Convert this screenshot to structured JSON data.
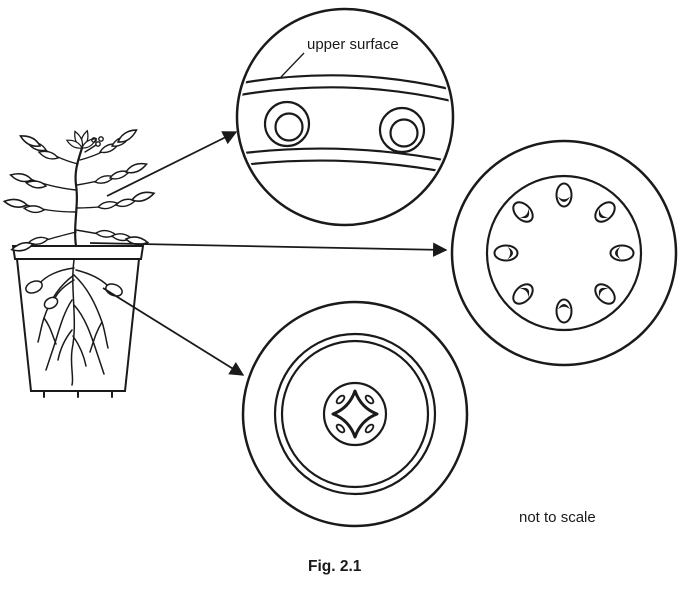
{
  "figure": {
    "caption": "Fig. 2.1",
    "scale_note": "not to scale",
    "leaf_inset": {
      "label": "upper surface"
    },
    "colors": {
      "ink": "#1a1a1a",
      "paper": "#ffffff"
    }
  }
}
